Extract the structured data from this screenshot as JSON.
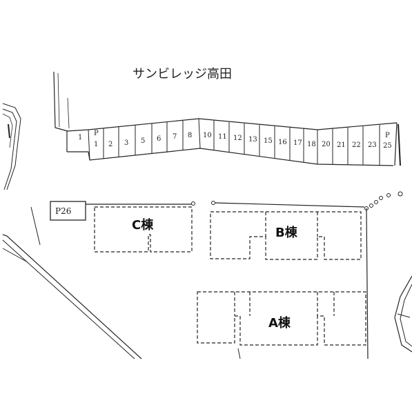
{
  "map": {
    "title": "サンビレッジ高田",
    "parking_numbers": [
      "1",
      "2",
      "3",
      "5",
      "6",
      "7",
      "8",
      "10",
      "11",
      "12",
      "13",
      "15",
      "16",
      "17",
      "18",
      "20",
      "21",
      "22",
      "23",
      "25"
    ],
    "parking_p_left": {
      "top": "P",
      "bottom": "1"
    },
    "parking_p_right": {
      "top": "P",
      "bottom": "25"
    },
    "p26_label": "P26",
    "buildings": {
      "c": "C棟",
      "b": "B棟",
      "a": "A棟"
    }
  }
}
